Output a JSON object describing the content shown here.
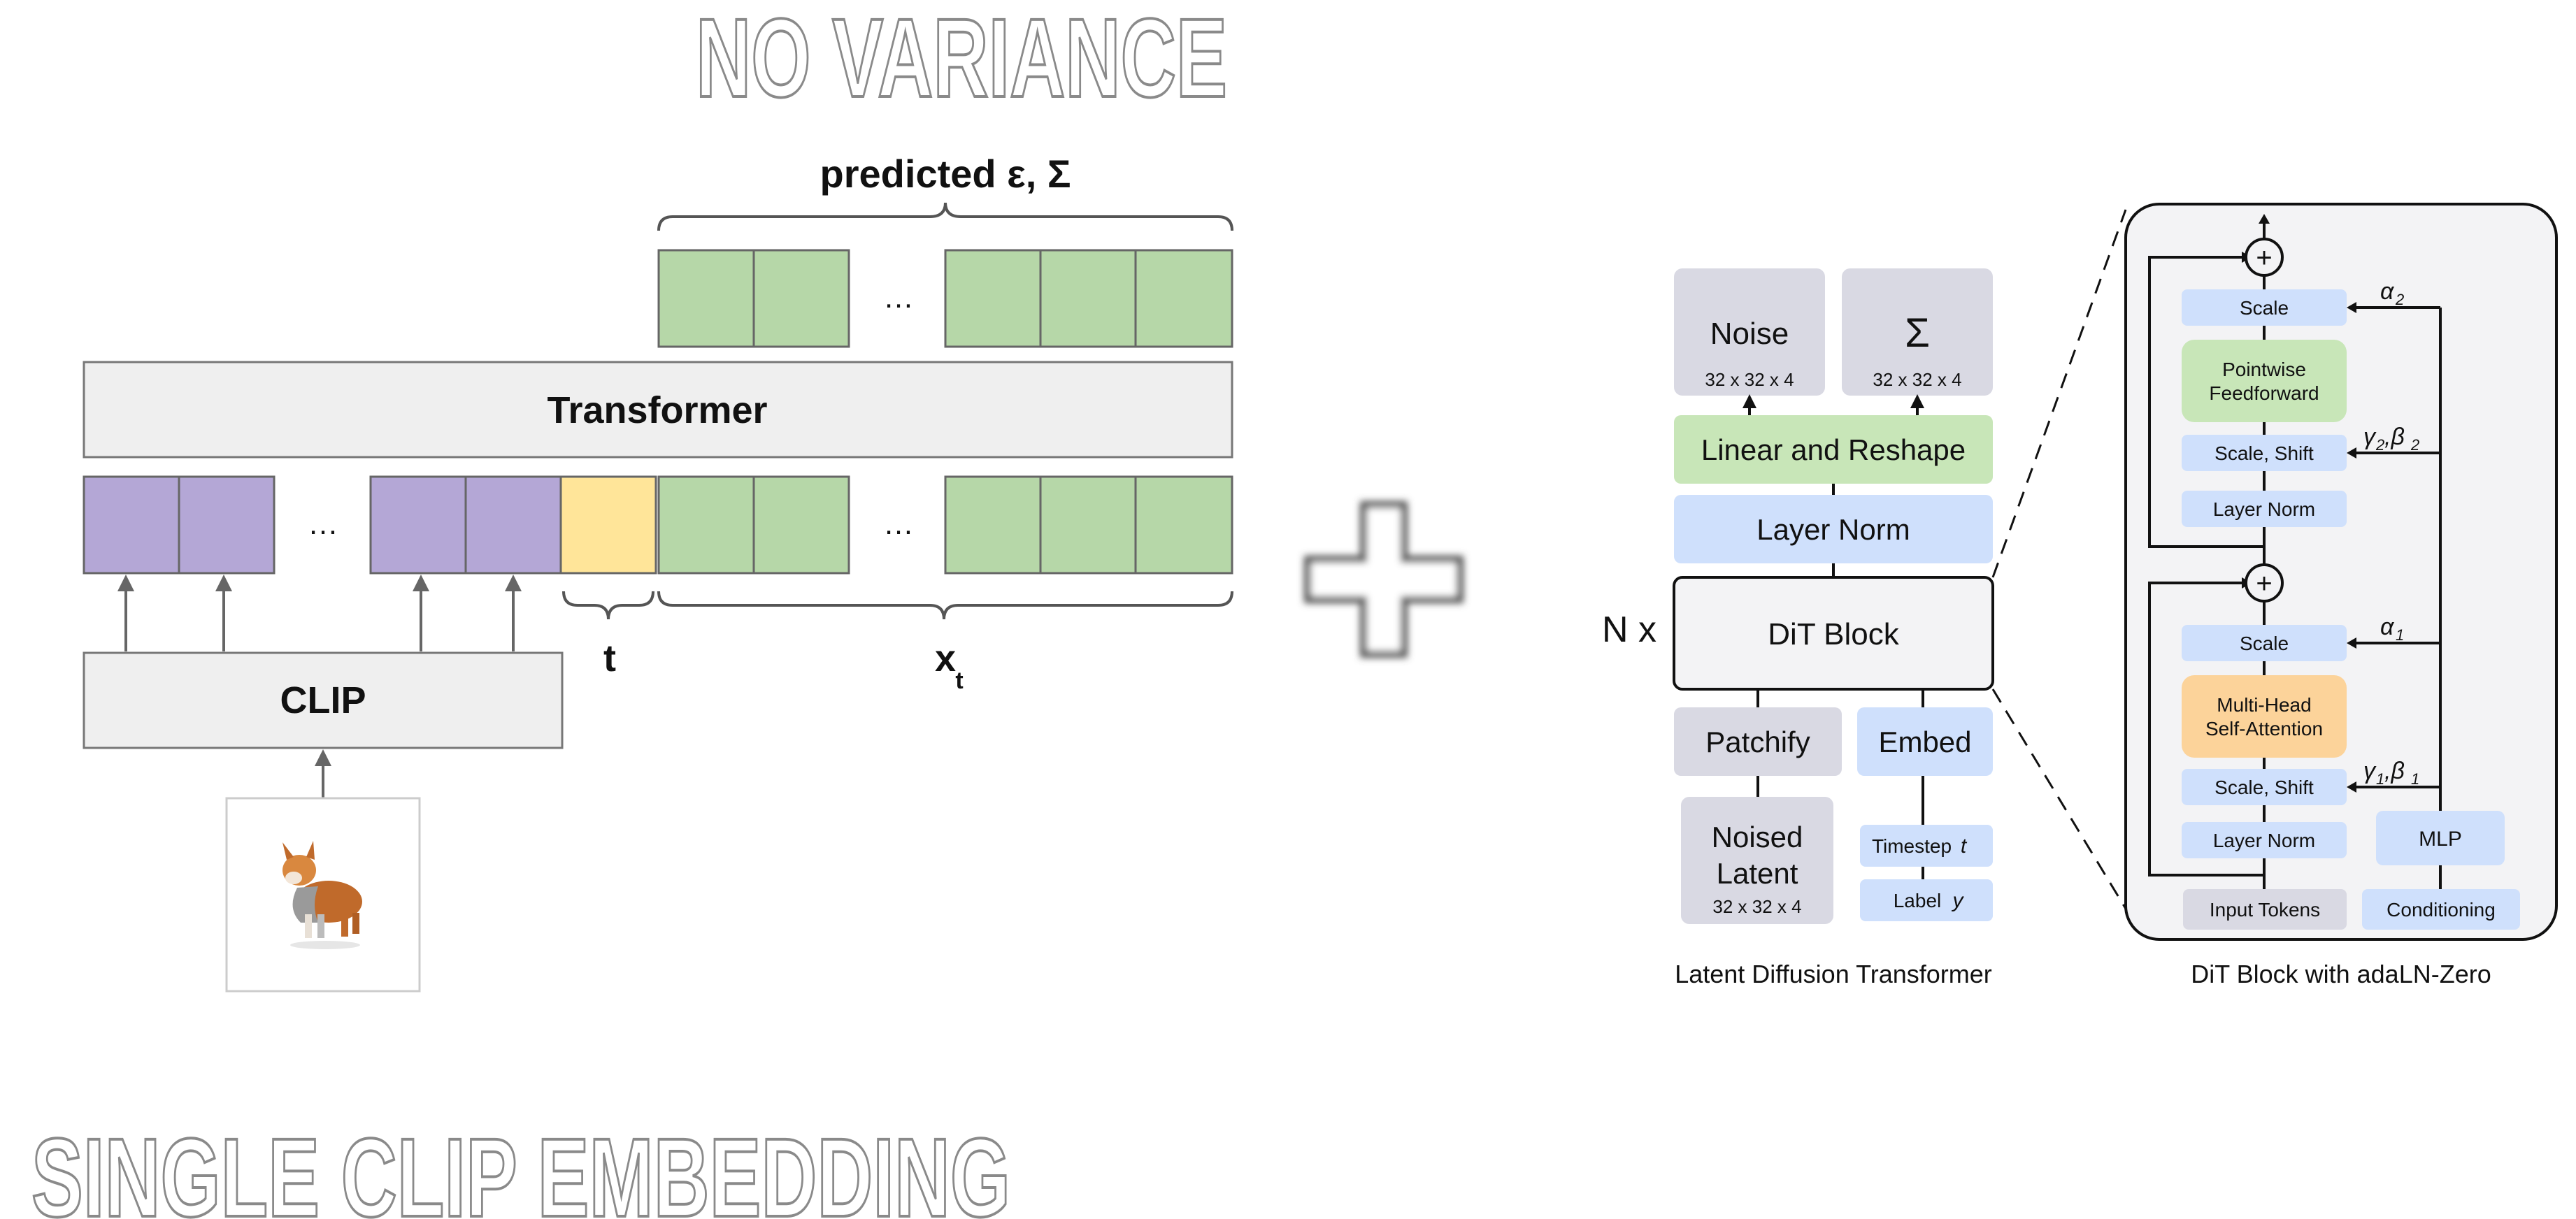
{
  "headings": {
    "top": "NO VARIANCE",
    "bottom": "SINGLE CLIP EMBEDDING"
  },
  "left_diagram": {
    "predicted_label": "predicted ε, Σ",
    "ellipsis": "…",
    "transformer_label": "Transformer",
    "clip_label": "CLIP",
    "t_label": "t",
    "xt_label": "x",
    "xt_subscript": "t",
    "image_icon": "corgi-image-icon",
    "colors": {
      "purple": "#b4a7d6",
      "yellow": "#ffe599",
      "green": "#b6d7a8",
      "gray_box": "#efefef"
    }
  },
  "plus_icon": "plus-icon",
  "right_diagram": {
    "noise_label": "Noise",
    "noise_dims": "32 x 32 x 4",
    "sigma_label": "Σ",
    "sigma_dims": "32 x 32 x 4",
    "linear_reshape_label": "Linear and Reshape",
    "layer_norm_label": "Layer Norm",
    "n_x_label": "N x",
    "dit_block_label": "DiT Block",
    "patchify_label": "Patchify",
    "embed_label": "Embed",
    "noised_latent_line1": "Noised",
    "noised_latent_line2": "Latent",
    "noised_latent_dims": "32 x 32 x 4",
    "timestep_label": "Timestep",
    "timestep_var": "t",
    "label_label": "Label",
    "label_var": "y",
    "caption": "Latent Diffusion Transformer",
    "colors": {
      "gray": "#d9d9e3",
      "green": "#c8e6b8",
      "blue": "#cfe0fc",
      "orange": "#fcd39a",
      "panel": "#f3f3f5"
    }
  },
  "dit_block_detail": {
    "scale_top": "Scale",
    "pointwise_line1": "Pointwise",
    "pointwise_line2": "Feedforward",
    "scale_shift_top": "Scale, Shift",
    "layer_norm_top": "Layer Norm",
    "scale_bottom": "Scale",
    "mhsa_line1": "Multi-Head",
    "mhsa_line2": "Self-Attention",
    "scale_shift_bottom": "Scale, Shift",
    "layer_norm_bottom": "Layer Norm",
    "mlp_label": "MLP",
    "input_tokens_label": "Input Tokens",
    "conditioning_label": "Conditioning",
    "alpha2": "α",
    "alpha2_sub": "2",
    "gamma_beta2": "γ",
    "gamma_beta2_sub": "2",
    "gamma_beta2_mid": ",β",
    "alpha1": "α",
    "alpha1_sub": "1",
    "gamma_beta1": "γ",
    "gamma_beta1_sub": "1",
    "gamma_beta1_mid": ",β",
    "plus_sign": "+",
    "caption": "DiT Block with adaLN-Zero"
  }
}
